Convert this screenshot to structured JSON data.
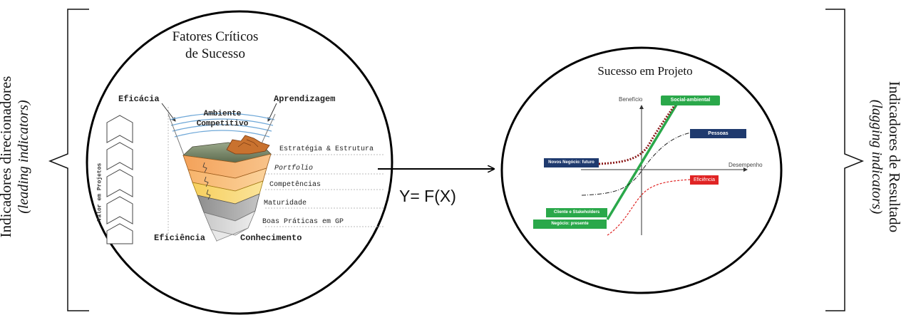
{
  "left_side": {
    "label_line1": "Indicadores direcionadores",
    "label_line2": "(leading indicators)"
  },
  "right_side": {
    "label_line1": "Indicadores de Resultado",
    "label_line2": "(lagging indicators)"
  },
  "left_circle": {
    "title_line1": "Fatores Críticos",
    "title_line2": "de Sucesso",
    "corner_top_left": "Eficácia",
    "corner_top_right": "Aprendizagem",
    "corner_bottom_left": "Eficiência",
    "corner_bottom_right": "Conhecimento",
    "environment_line1": "Ambiente",
    "environment_line2": "Competitivo",
    "layers": [
      "Estratégia & Estrutura",
      "Portfolio",
      "Competências",
      "Maturidade",
      "Boas Práticas em GP"
    ],
    "vertical_label": "Valor em Projetos"
  },
  "formula": "Y= F(X)",
  "right_circle": {
    "title": "Sucesso em Projeto",
    "y_axis_label": "Benefício",
    "x_axis_label": "Desempenho",
    "tags": {
      "social": "Social-ambiental",
      "pessoas": "Pessoas",
      "novos": "Novos Negócio: futuro",
      "eficiencia": "Eficiência",
      "cliente": "Cliente e Stakeholders",
      "negocio": "Negócio: presente"
    },
    "colors": {
      "green": "#2aa84a",
      "navy": "#1f3a6e",
      "red": "#e02424",
      "dark_red": "#8b1a1a"
    }
  }
}
